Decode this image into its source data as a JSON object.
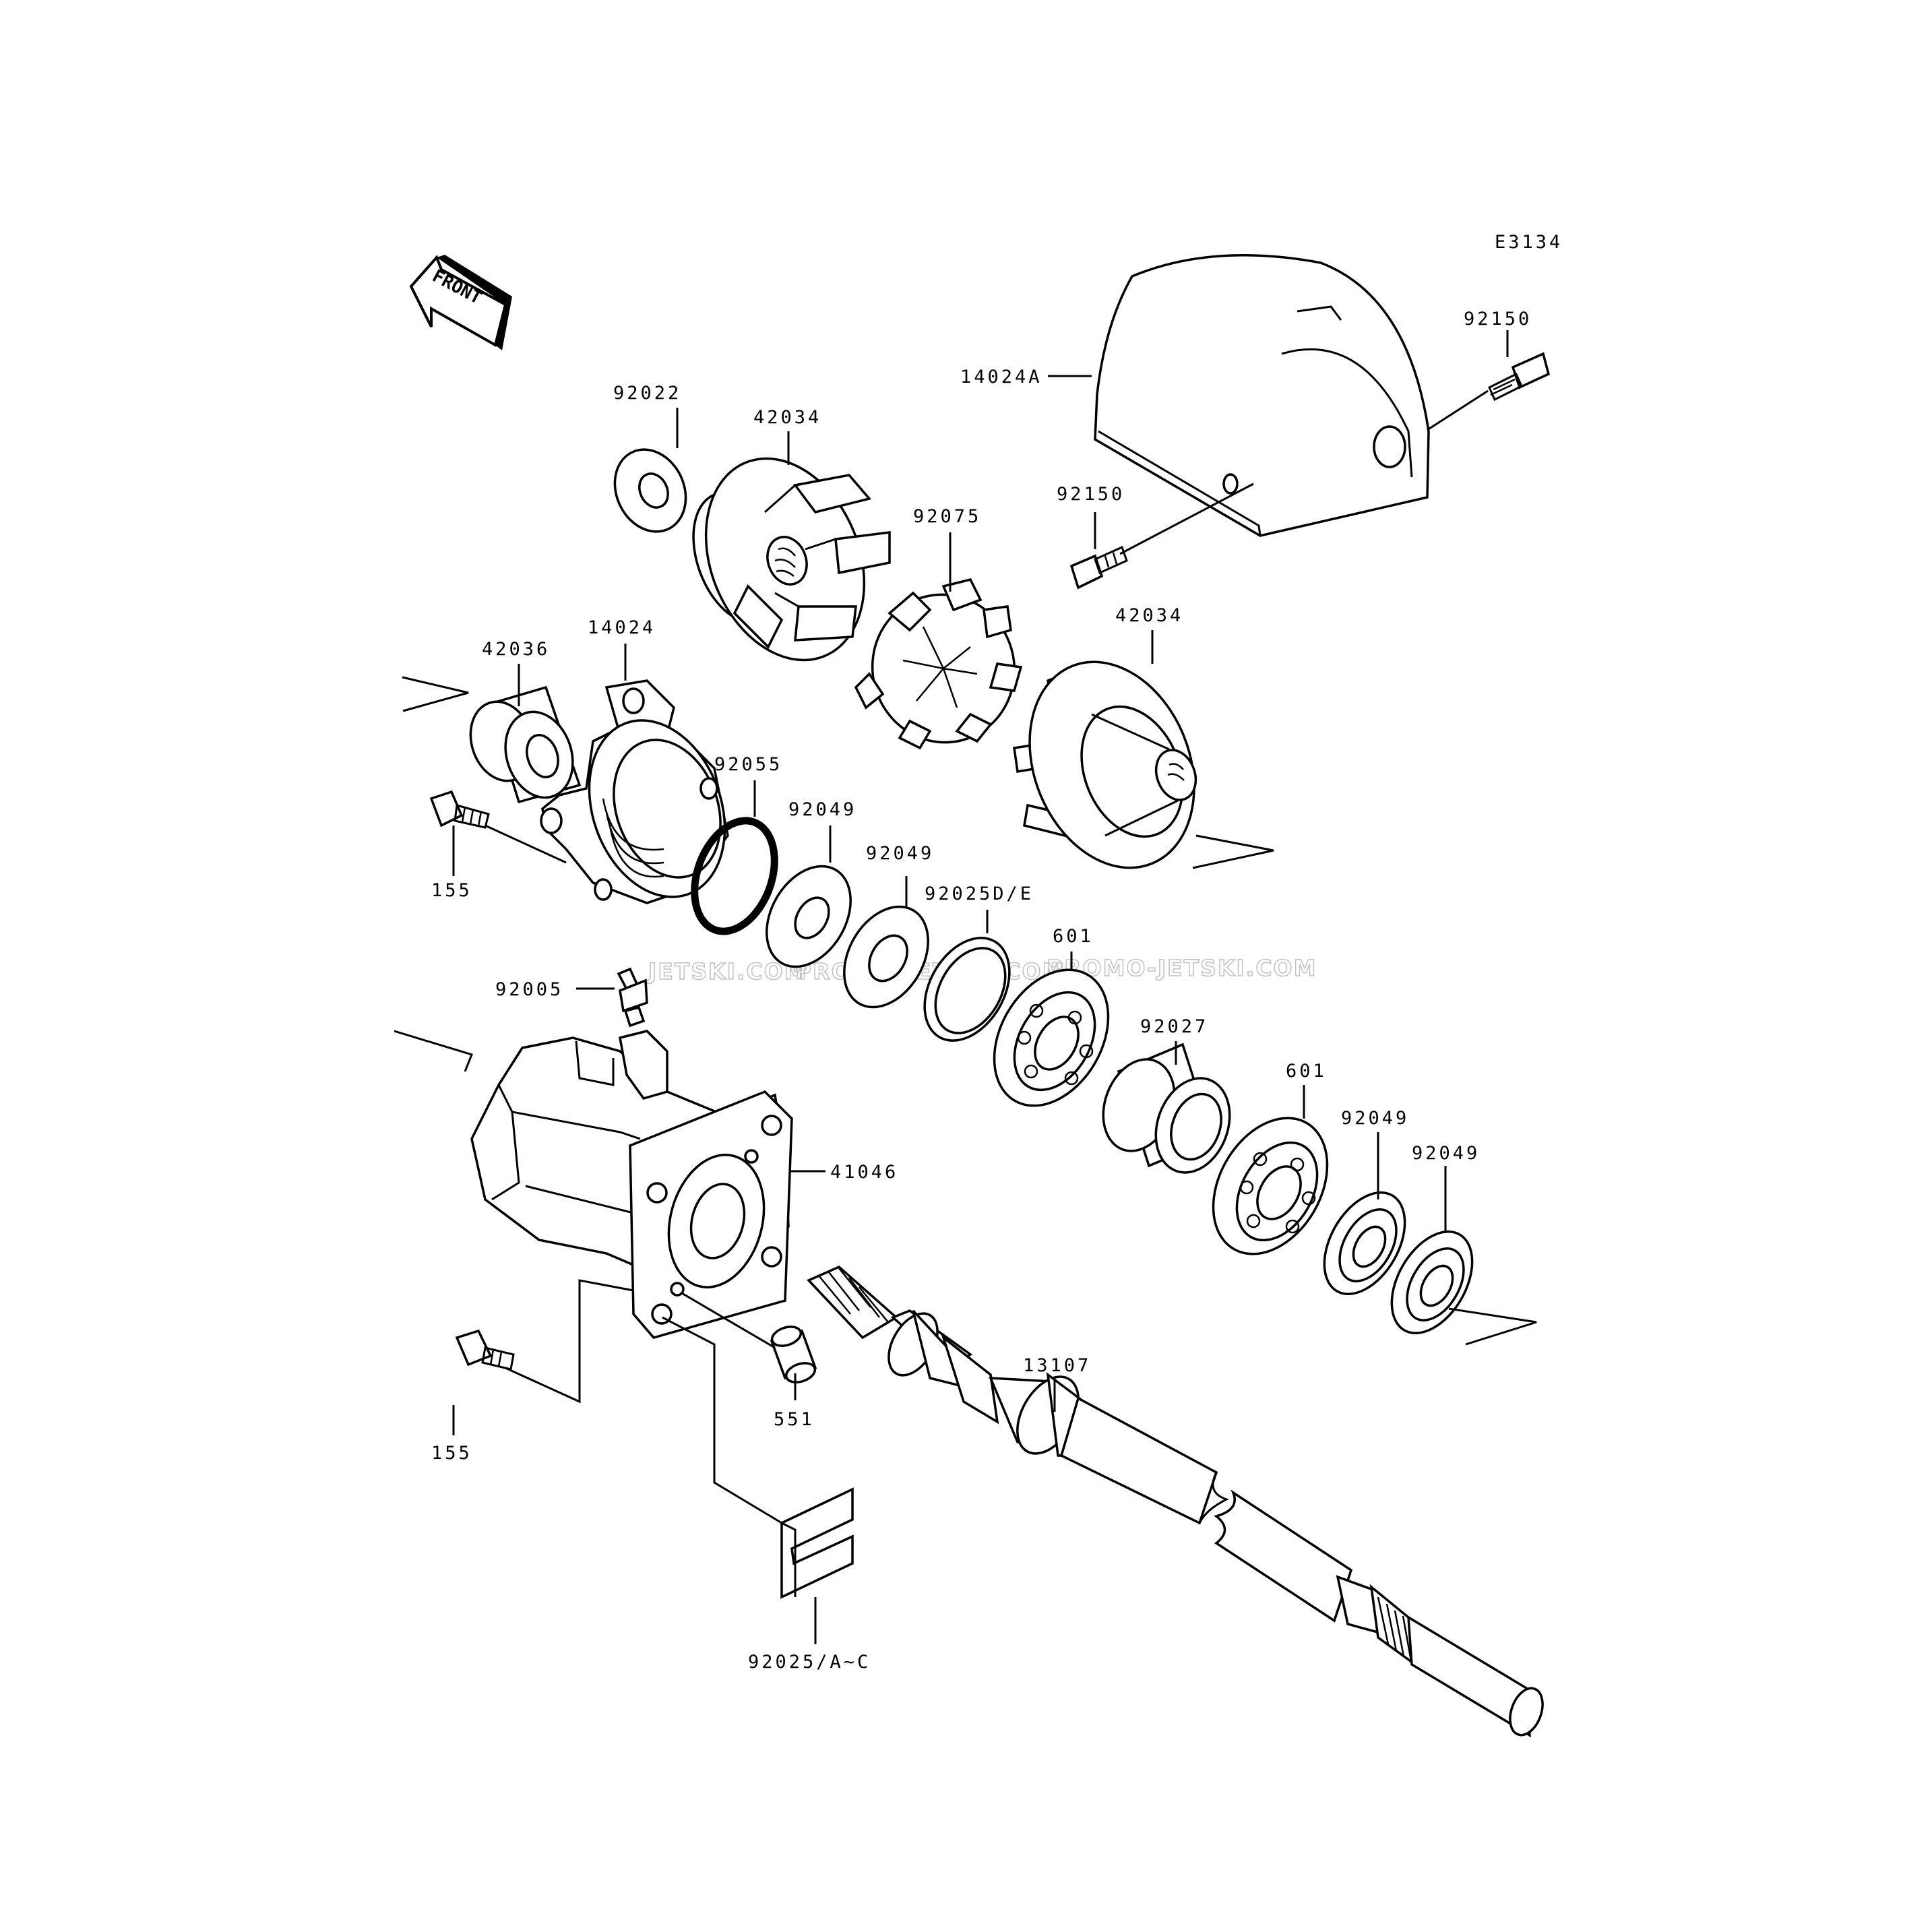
{
  "diagram": {
    "ref_code": "E3134",
    "front_label": "FRONT",
    "watermarks": [
      "JETSKI.COM",
      "PROMO-JETSKI.COM",
      "PROMO-JETSKI.COM"
    ],
    "parts": [
      {
        "id": "p-92150-a",
        "number": "92150"
      },
      {
        "id": "p-14024a",
        "number": "14024A"
      },
      {
        "id": "p-92022",
        "number": "92022"
      },
      {
        "id": "p-42034-a",
        "number": "42034"
      },
      {
        "id": "p-92150-b",
        "number": "92150"
      },
      {
        "id": "p-92075",
        "number": "92075"
      },
      {
        "id": "p-42036",
        "number": "42036"
      },
      {
        "id": "p-14024",
        "number": "14024"
      },
      {
        "id": "p-42034-b",
        "number": "42034"
      },
      {
        "id": "p-92055",
        "number": "92055"
      },
      {
        "id": "p-92049-a",
        "number": "92049"
      },
      {
        "id": "p-155-a",
        "number": "155"
      },
      {
        "id": "p-92049-b",
        "number": "92049"
      },
      {
        "id": "p-92025de",
        "number": "92025D/E"
      },
      {
        "id": "p-601-a",
        "number": "601"
      },
      {
        "id": "p-92005",
        "number": "92005"
      },
      {
        "id": "p-92027",
        "number": "92027"
      },
      {
        "id": "p-601-b",
        "number": "601"
      },
      {
        "id": "p-92049-c",
        "number": "92049"
      },
      {
        "id": "p-41046",
        "number": "41046"
      },
      {
        "id": "p-92049-d",
        "number": "92049"
      },
      {
        "id": "p-13107",
        "number": "13107"
      },
      {
        "id": "p-155-b",
        "number": "155"
      },
      {
        "id": "p-551",
        "number": "551"
      },
      {
        "id": "p-92025ac",
        "number": "92025/A~C"
      }
    ]
  }
}
